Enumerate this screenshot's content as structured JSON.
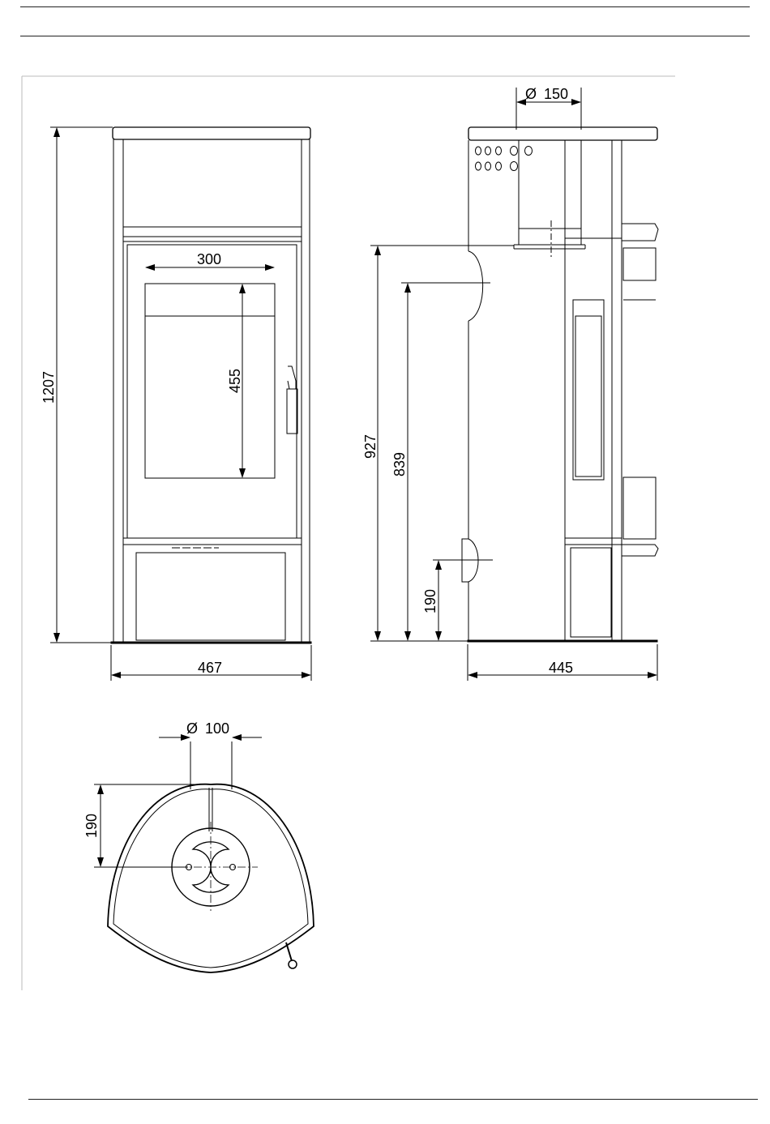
{
  "front_view": {
    "total_height": "1207",
    "width": "467",
    "window_width": "300",
    "window_height": "455"
  },
  "side_view": {
    "flue_diameter_label": "150",
    "flue_height": "927",
    "connection_height": "839",
    "air_inlet_height": "190",
    "depth": "445"
  },
  "top_view": {
    "air_diameter_label": "100",
    "offset": "190"
  },
  "symbols": {
    "diameter": "Ø"
  },
  "colors": {
    "line": "#000000",
    "rule": "#222222"
  }
}
